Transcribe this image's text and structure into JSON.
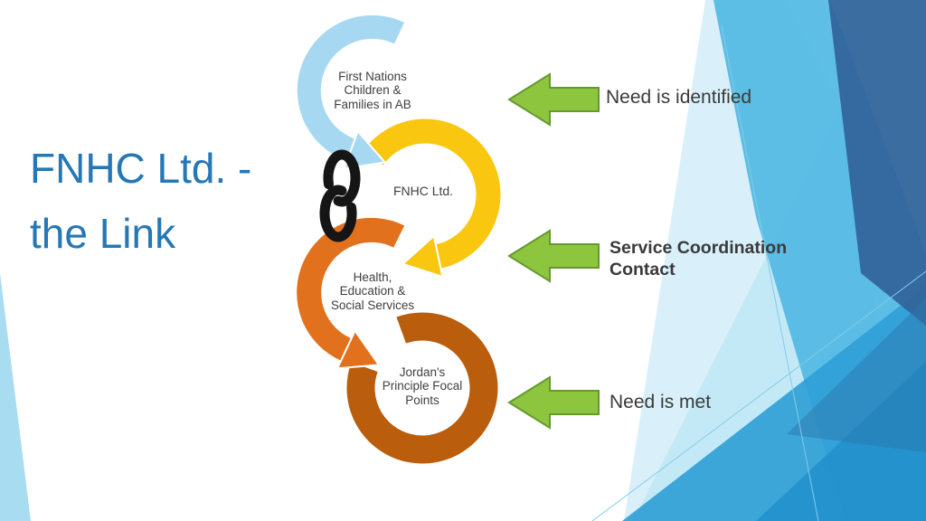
{
  "slide": {
    "title_line1": "FNHC Ltd. -",
    "title_line2": "the Link",
    "title_color": "#2577B5"
  },
  "diagram": {
    "nodes": [
      {
        "id": "first-nations",
        "color": "#A6D9F1",
        "lines": [
          "First Nations",
          "Children &",
          "Families in AB"
        ]
      },
      {
        "id": "fnhc-ltd",
        "color": "#F9C710",
        "lines": [
          "FNHC Ltd."
        ]
      },
      {
        "id": "health-education",
        "color": "#E2711D",
        "lines": [
          "Health,",
          "Education &",
          "Social Services"
        ]
      },
      {
        "id": "jordans-principle",
        "color": "#BA5D0D",
        "lines": [
          "Jordan's",
          "Principle Focal",
          "Points"
        ]
      }
    ],
    "connector_icon": "chain-link-icon",
    "connector_color": "#151515"
  },
  "annotations": [
    {
      "label": "Need is identified",
      "bold": false
    },
    {
      "label": "Service Coordination Contact",
      "bold": true
    },
    {
      "label": "Need is met",
      "bold": false
    }
  ],
  "arrow_color": "#8DC63E",
  "arrow_border_color": "#64992F",
  "text_color": "#3F3F3F",
  "background_accents": [
    "#55BAE4",
    "#31659B",
    "#2E9FD6",
    "#BFE7F5",
    "#A7DCF1"
  ]
}
